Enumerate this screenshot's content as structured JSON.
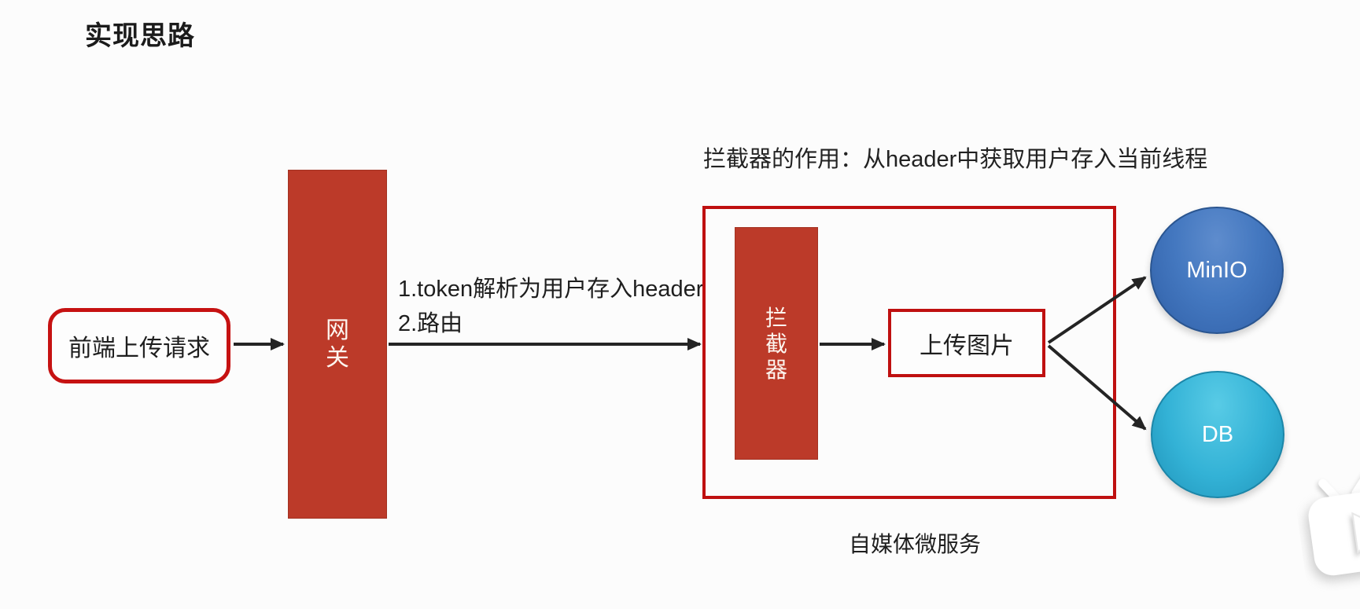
{
  "title": "实现思路",
  "annotation": "拦截器的作用：从header中获取用户存入当前线程",
  "nodes": {
    "frontend": {
      "label": "前端上传请求"
    },
    "gateway": {
      "label": "网关",
      "chars": [
        "网",
        "关"
      ]
    },
    "interceptor": {
      "label": "拦截器",
      "chars": [
        "拦",
        "截",
        "器"
      ]
    },
    "upload": {
      "label": "上传图片"
    },
    "minio": {
      "label": "MinIO"
    },
    "db": {
      "label": "DB"
    }
  },
  "edge_labels": {
    "gateway_steps": [
      "1.token解析为用户存入header",
      "2.路由"
    ]
  },
  "container_caption": "自媒体微服务",
  "icons": {
    "watermark": "tv-play-icon"
  },
  "colors": {
    "shape_fill_red": "#bc3a29",
    "border_bright_red": "#c61212",
    "container_border_red": "#bf1010",
    "minio_blue": "#3e74bb",
    "db_cyan": "#2fafd3",
    "arrow_black": "#242424",
    "background": "#fcfcfc"
  }
}
